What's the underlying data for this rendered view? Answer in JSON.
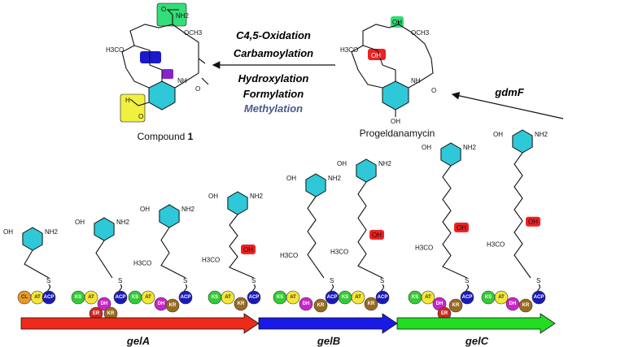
{
  "reaction_steps": {
    "oxidation": "C4,5-Oxidation",
    "carbamoylation": "Carbamoylation",
    "hydroxylation": "Hydroxylation",
    "formylation": "Formylation",
    "methylation": "Methylation"
  },
  "enzyme_label": "gdmF",
  "compounds": {
    "compound_prefix": "Compound ",
    "compound_number": "1",
    "progeldanamycin": "Progeldanamycin"
  },
  "genes": [
    {
      "label": "gelA",
      "color": "#ee2a1a"
    },
    {
      "label": "gelB",
      "color": "#1a1ae6"
    },
    {
      "label": "gelC",
      "color": "#22dd22"
    }
  ],
  "atoms": {
    "oh": "OH",
    "nh2": "NH2",
    "nh": "NH",
    "h": "H",
    "o": "O",
    "ome": "H3CO",
    "och3": "OCH3",
    "s": "S"
  },
  "domains": {
    "cl": "CL",
    "ks": "KS",
    "at": "AT",
    "dh": "DH",
    "er": "ER",
    "kr": "KR",
    "acp": "ACP"
  },
  "colors": {
    "aromatic_ring": "#2ec8d8",
    "hydroxyl_highlight": "#ee2020",
    "carbamoyl_highlight": "#33dd77",
    "formyl_highlight": "#f0f040",
    "methyl_highlight": "#1a1acc",
    "extra_highlight": "#8822cc",
    "ks": "#33cc33",
    "at": "#f5e632",
    "dh": "#cc22cc",
    "er": "#cc2a22",
    "kr": "#996a22",
    "acp": "#1a1ab8",
    "cl": "#e89a20",
    "methylation_text": "#4a5a8a"
  }
}
